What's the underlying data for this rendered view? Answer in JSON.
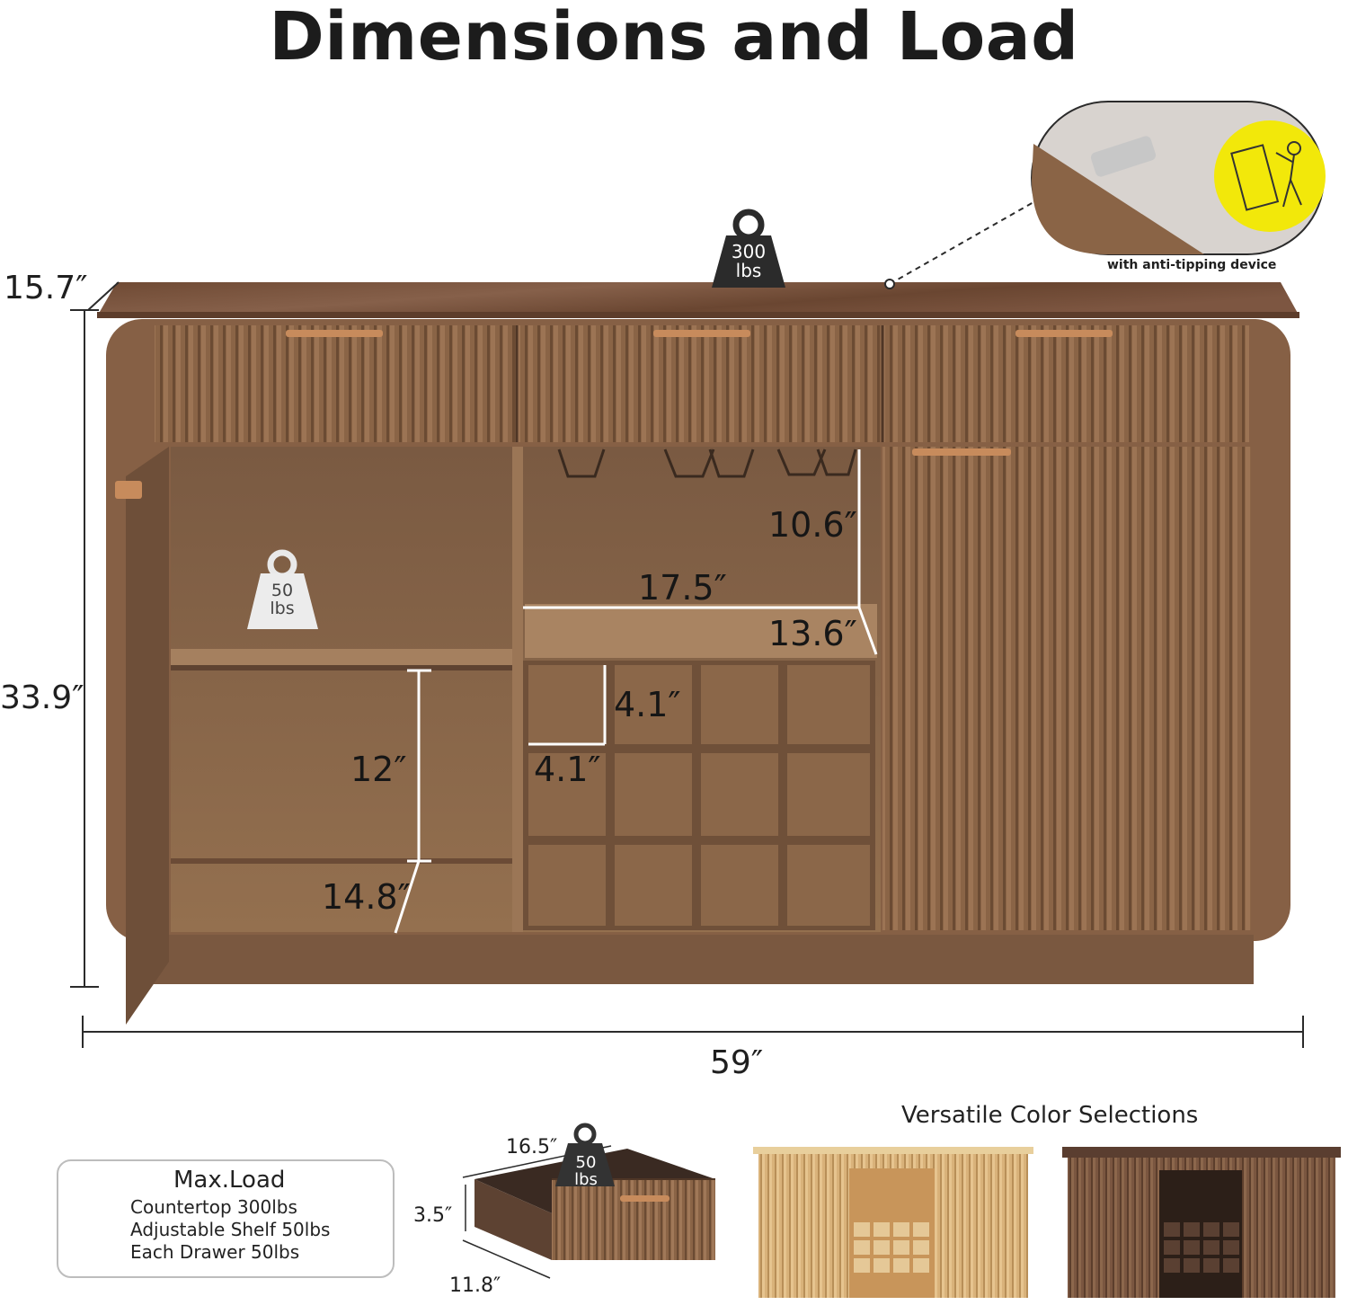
{
  "title": "Dimensions and Load",
  "dimensions": {
    "depth": "15.7″",
    "height": "33.9″",
    "width": "59″",
    "glass_rack_height": "10.6″",
    "middle_width": "17.5″",
    "middle_depth": "13.6″",
    "cube_width": "4.1″",
    "cube_height": "4.1″",
    "shelf_height": "12″",
    "shelf_depth": "14.8″"
  },
  "loads": {
    "top": {
      "value": "300",
      "unit": "lbs"
    },
    "shelf": {
      "value": "50",
      "unit": "lbs"
    },
    "drawer": {
      "value": "50",
      "unit": "lbs"
    }
  },
  "anti_tip_caption": "with anti-tipping device",
  "max_load": {
    "title": "Max.Load",
    "lines": [
      "Countertop 300lbs",
      "Adjustable Shelf 50lbs",
      "Each Drawer 50lbs"
    ]
  },
  "drawer_dims": {
    "width": "16.5″",
    "height": "3.5″",
    "depth": "11.8″"
  },
  "color_selection_title": "Versatile Color Selections",
  "colors": {
    "walnut": "#8a6446",
    "natural": "#d9b27a",
    "marble": "#6e4a35"
  }
}
